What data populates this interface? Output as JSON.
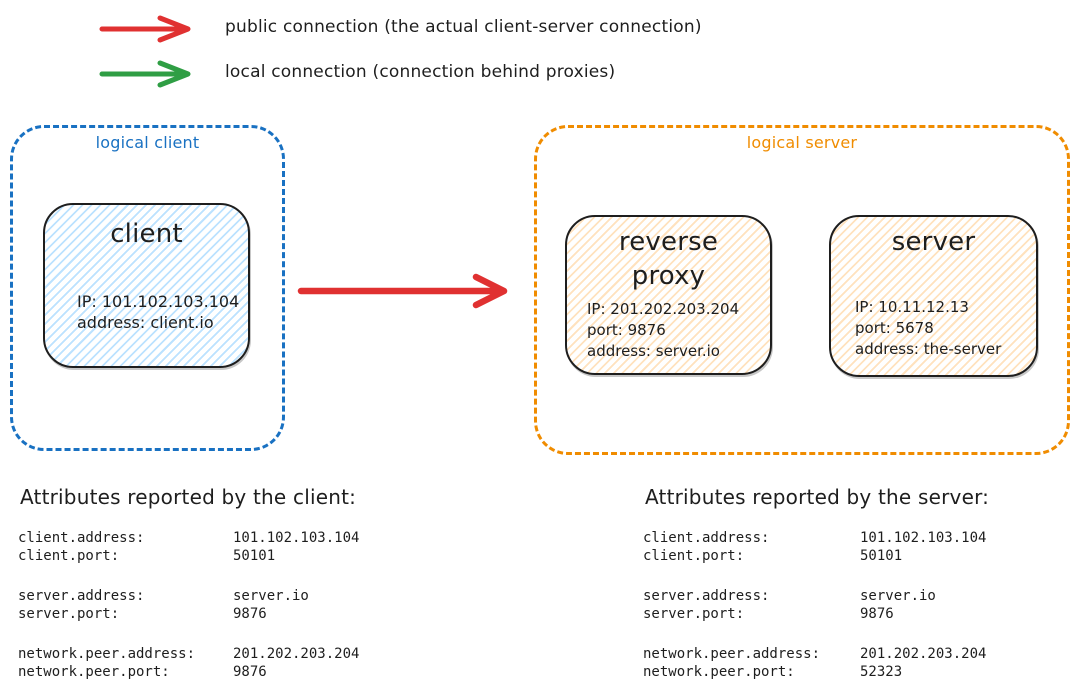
{
  "colors": {
    "public_connection": "#e03131",
    "local_connection": "#2f9e44",
    "logical_client": "#1971c2",
    "logical_server": "#f08c00",
    "ink": "#1e1e1e",
    "client_fill_hatch": "#a5d8ff",
    "server_fill_hatch": "#ffd8a8"
  },
  "legend": {
    "items": [
      {
        "name": "public",
        "color": "#e03131",
        "label": "public connection (the actual client-server connection)"
      },
      {
        "name": "local",
        "color": "#2f9e44",
        "label": "local connection (connection behind proxies)"
      }
    ]
  },
  "groups": {
    "client": {
      "label": "logical client",
      "color": "#1971c2",
      "nodes": [
        {
          "title": "client",
          "lines": [
            "IP: 101.102.103.104",
            "address: client.io"
          ]
        }
      ]
    },
    "server": {
      "label": "logical server",
      "color": "#f08c00",
      "nodes": [
        {
          "title": "reverse proxy",
          "lines": [
            "IP: 201.202.203.204",
            "port: 9876",
            "address: server.io"
          ]
        },
        {
          "title": "server",
          "lines": [
            "IP: 10.11.12.13",
            "port: 5678",
            "address: the-server"
          ]
        }
      ]
    }
  },
  "connection": {
    "type": "public",
    "color": "#e03131"
  },
  "attributes": {
    "client": {
      "heading": "Attributes reported by the client:",
      "rows": [
        {
          "key": "client.address:",
          "value": "101.102.103.104"
        },
        {
          "key": "client.port:",
          "value": "50101"
        },
        {
          "key": "server.address:",
          "value": "server.io"
        },
        {
          "key": "server.port:",
          "value": "9876"
        },
        {
          "key": "network.peer.address:",
          "value": "201.202.203.204"
        },
        {
          "key": "network.peer.port:",
          "value": "9876"
        }
      ]
    },
    "server": {
      "heading": "Attributes reported by the server:",
      "rows": [
        {
          "key": "client.address:",
          "value": "101.102.103.104"
        },
        {
          "key": "client.port:",
          "value": "50101"
        },
        {
          "key": "server.address:",
          "value": "server.io"
        },
        {
          "key": "server.port:",
          "value": "9876"
        },
        {
          "key": "network.peer.address:",
          "value": "201.202.203.204"
        },
        {
          "key": "network.peer.port:",
          "value": "52323"
        }
      ]
    }
  }
}
